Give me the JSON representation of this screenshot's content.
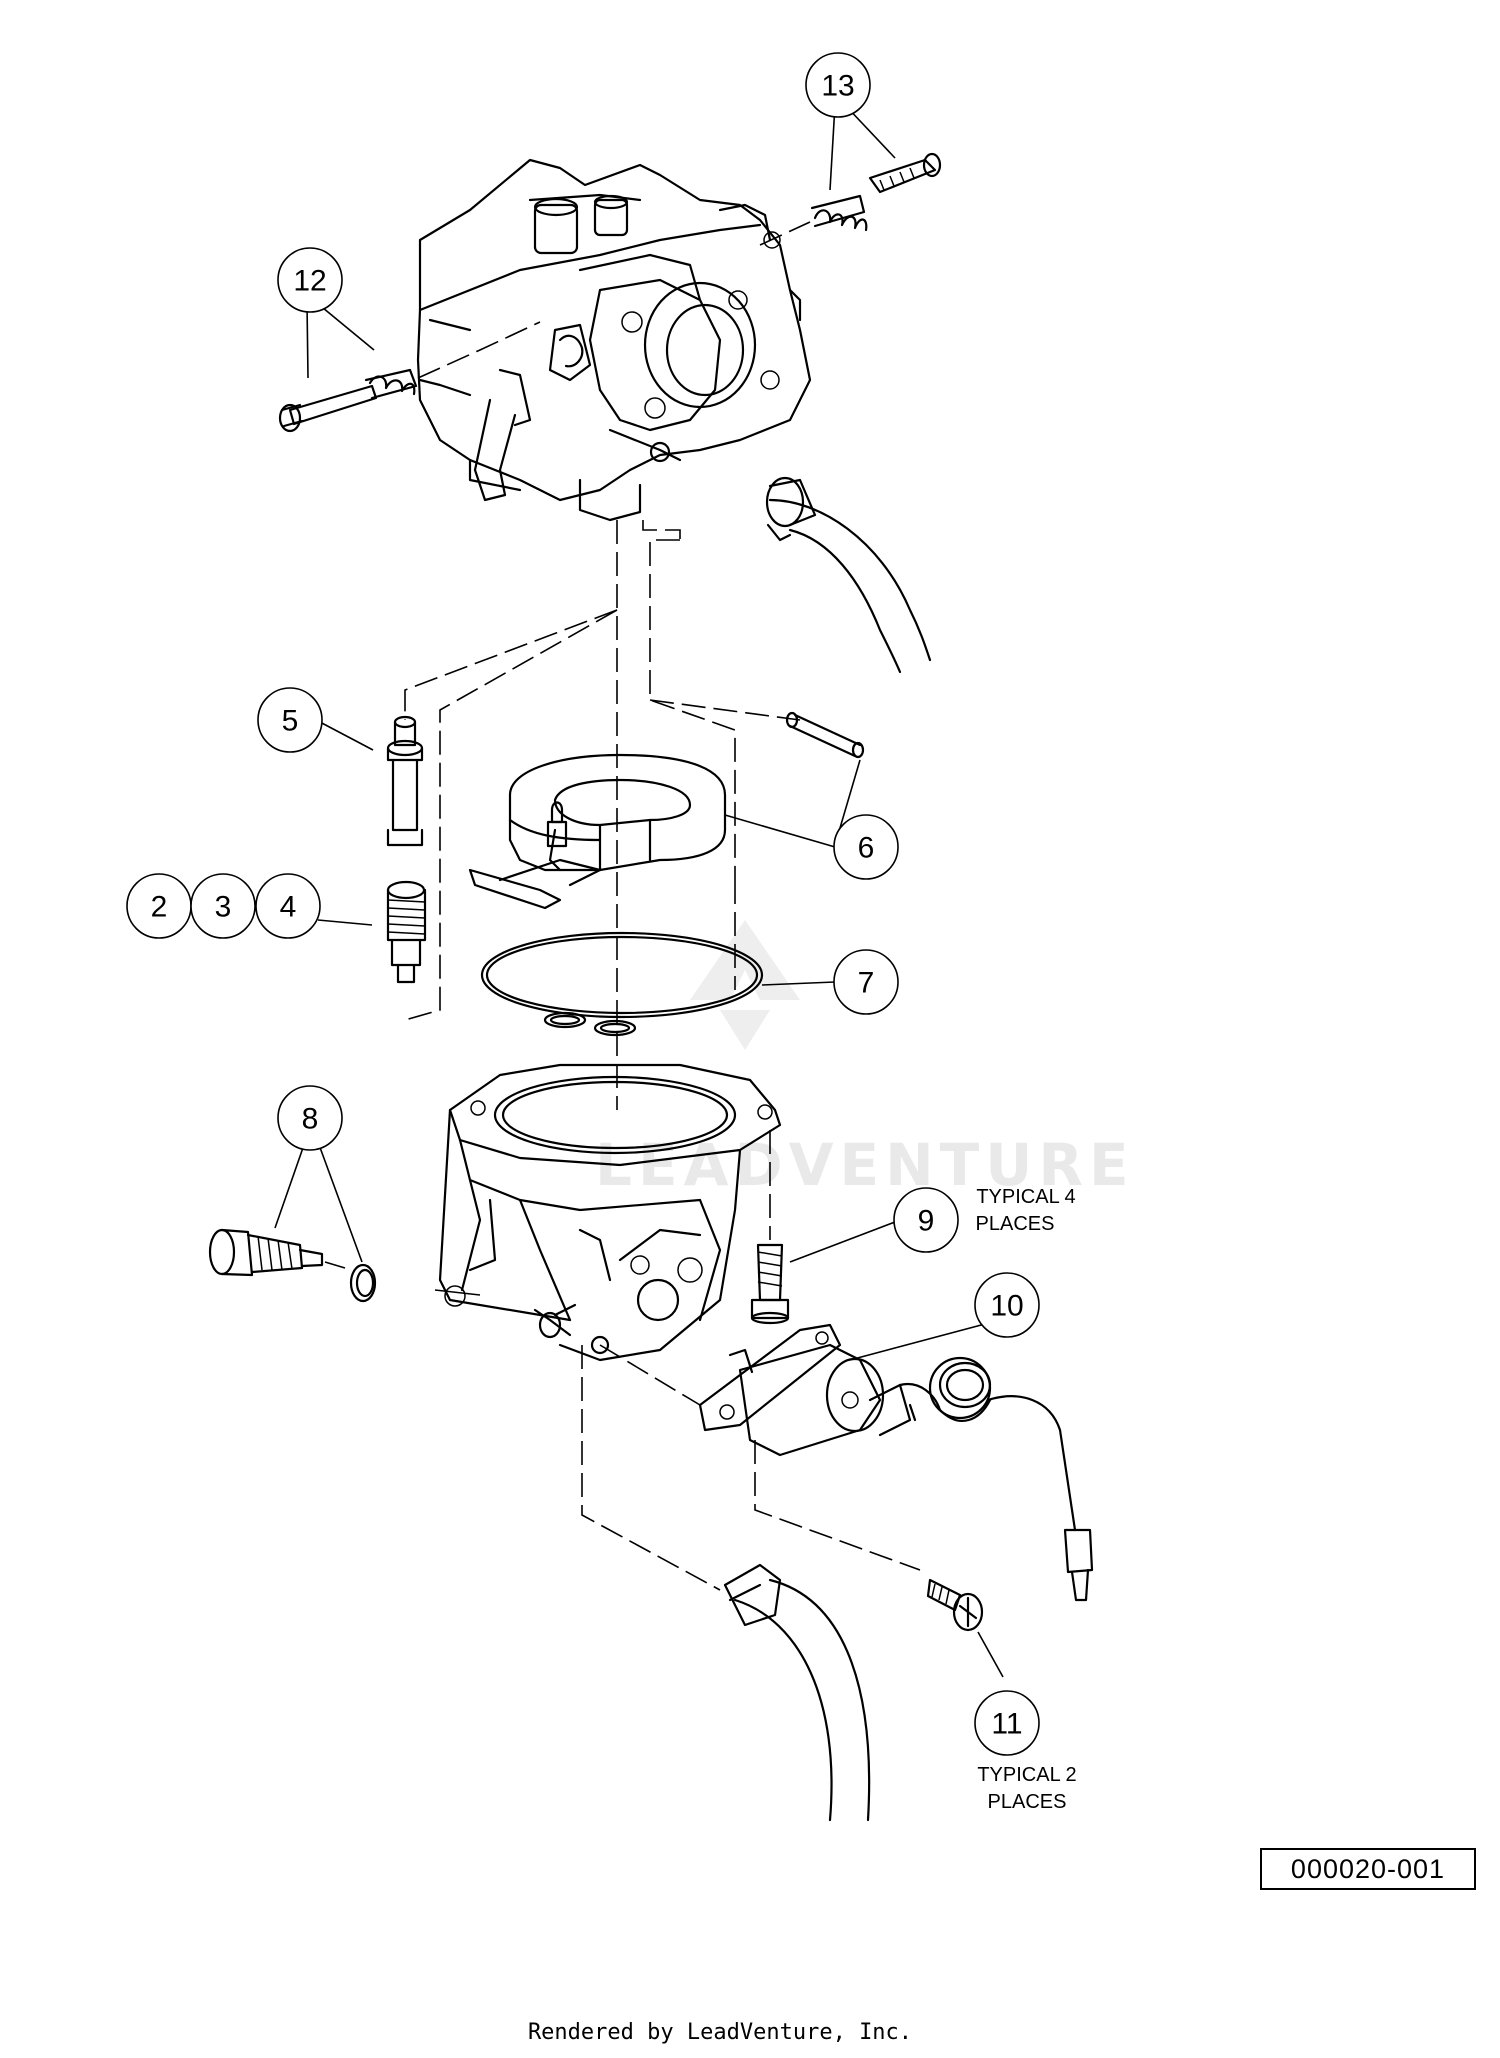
{
  "callouts": {
    "c13": "13",
    "c12": "12",
    "c5": "5",
    "c6": "6",
    "c2": "2",
    "c3": "3",
    "c4": "4",
    "c7": "7",
    "c8": "8",
    "c9": "9",
    "c10": "10",
    "c11": "11"
  },
  "notes": {
    "item9_line1": "TYPICAL 4",
    "item9_line2": "PLACES",
    "item11_line1": "TYPICAL 2",
    "item11_line2": "PLACES"
  },
  "watermark": "LEADVENTURE",
  "figure_id": "000020-001",
  "render_credit": "Rendered by LeadVenture, Inc."
}
